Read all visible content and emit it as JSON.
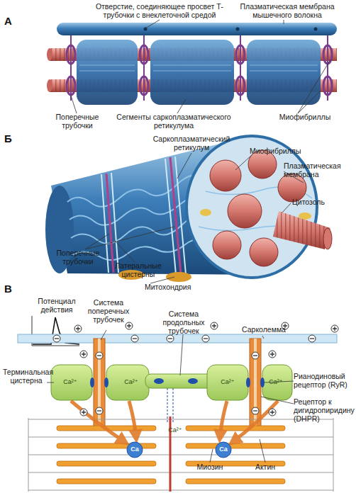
{
  "diagram": {
    "labels": [
      "А",
      "Отверстие, соединяющее просвет Т-трубочки с внеклеточной средой",
      "Плазматическая мембрана мышечного волокна",
      "Поперечные трубочки",
      "Сегменты саркоплазматического ретикулума",
      "Миофибриллы",
      "Б",
      "Саркоплазматический ретикулум",
      "Миофибриллы",
      "Плазматическая мембрана",
      "Цитозоль",
      "Поперечные трубочки",
      "Латеральные цистерны",
      "Митохондрия",
      "В",
      "Потенциал действия",
      "Система поперечных трубочек",
      "Система продольных трубочек",
      "Сарколемма",
      "Терминальная цистерна",
      "Рианодиновый рецептор (RyR)",
      "Рецептор к дигидропиридину (DHPR)",
      "Ca²⁺",
      "Ca²⁺",
      "Ca²⁺",
      "Ca²⁺",
      "Ca²⁺",
      "Ca",
      "Ca",
      "Миозин",
      "Актин"
    ]
  }
}
